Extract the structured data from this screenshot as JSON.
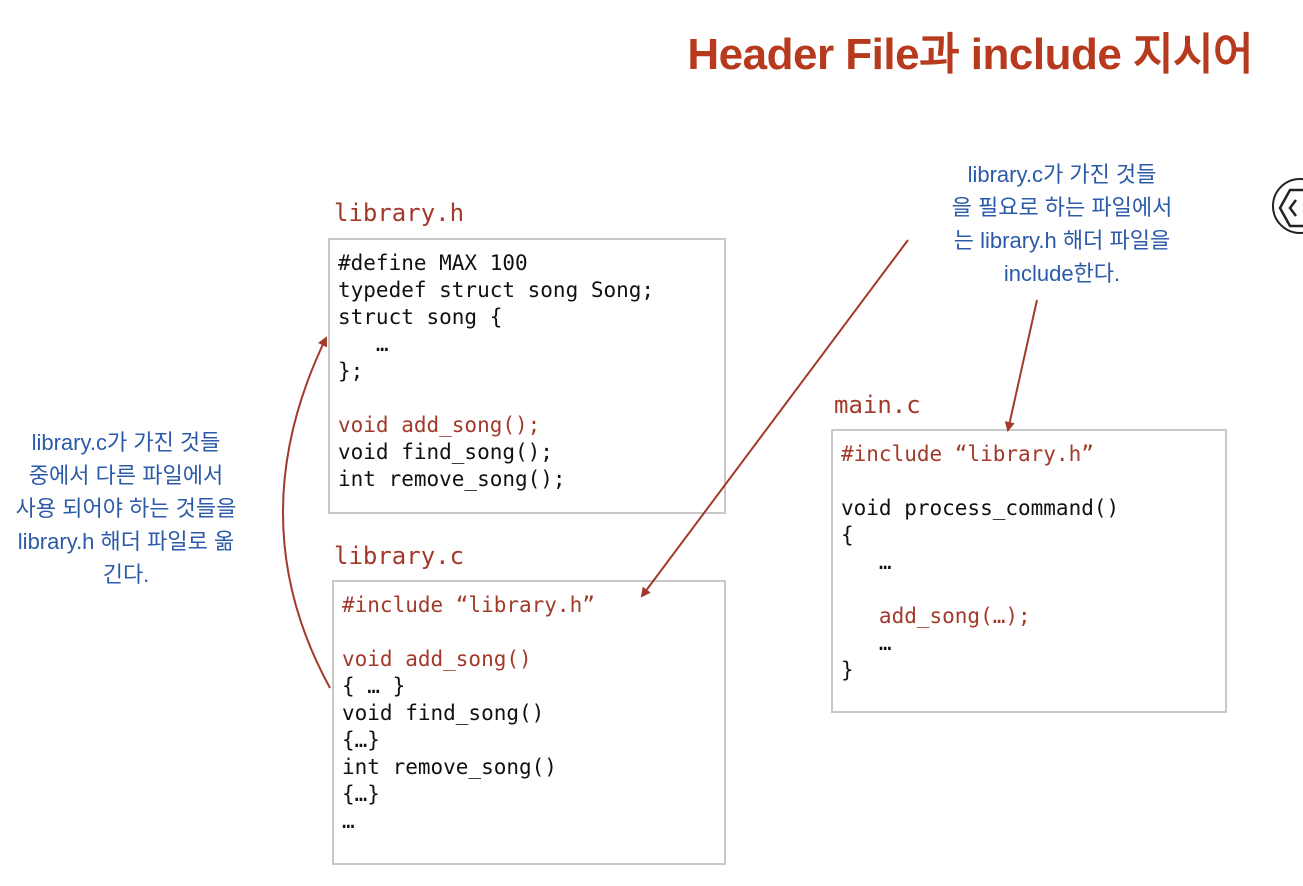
{
  "title": "Header File과 include 지시어",
  "library_h": {
    "label": "library.h",
    "lines": [
      {
        "text": "#define MAX 100",
        "highlight": false
      },
      {
        "text": "typedef struct song Song;",
        "highlight": false
      },
      {
        "text": "struct song {",
        "highlight": false
      },
      {
        "text": "   …",
        "highlight": false
      },
      {
        "text": "};",
        "highlight": false
      },
      {
        "text": "",
        "highlight": false
      },
      {
        "text": "void add_song();",
        "highlight": true
      },
      {
        "text": "void find_song();",
        "highlight": false
      },
      {
        "text": "int remove_song();",
        "highlight": false
      }
    ]
  },
  "library_c": {
    "label": "library.c",
    "lines": [
      {
        "text": "#include “library.h”",
        "highlight": true
      },
      {
        "text": "",
        "highlight": false
      },
      {
        "text": "void add_song()",
        "highlight": true
      },
      {
        "text": "{ … }",
        "highlight": false
      },
      {
        "text": "void find_song()",
        "highlight": false
      },
      {
        "text": "{…}",
        "highlight": false
      },
      {
        "text": "int remove_song()",
        "highlight": false
      },
      {
        "text": "{…}",
        "highlight": false
      },
      {
        "text": "…",
        "highlight": false
      }
    ]
  },
  "main_c": {
    "label": "main.c",
    "lines": [
      {
        "text": "#include “library.h”",
        "highlight": true
      },
      {
        "text": "",
        "highlight": false
      },
      {
        "text": "void process_command()",
        "highlight": false
      },
      {
        "text": "{",
        "highlight": false
      },
      {
        "text": "   …",
        "highlight": false
      },
      {
        "text": "",
        "highlight": false
      },
      {
        "text": "   add_song(…);",
        "highlight": true
      },
      {
        "text": "   …",
        "highlight": false
      },
      {
        "text": "}",
        "highlight": false
      }
    ]
  },
  "notes": {
    "left": [
      "library.c가 가진 것들",
      "중에서 다른 파일에서",
      "사용 되어야 하는 것들을",
      "library.h 해더 파일로 옮",
      "긴다."
    ],
    "right": [
      "library.c가 가진 것들",
      "을 필요로 하는 파일에서",
      "는 library.h 해더 파일을",
      "include한다."
    ]
  },
  "colors": {
    "title": "#b83a1e",
    "code_highlight": "#a23a2b",
    "note_text": "#2b5aa8",
    "arrow": "#a23a2b",
    "box_border": "#c8c8c8"
  }
}
